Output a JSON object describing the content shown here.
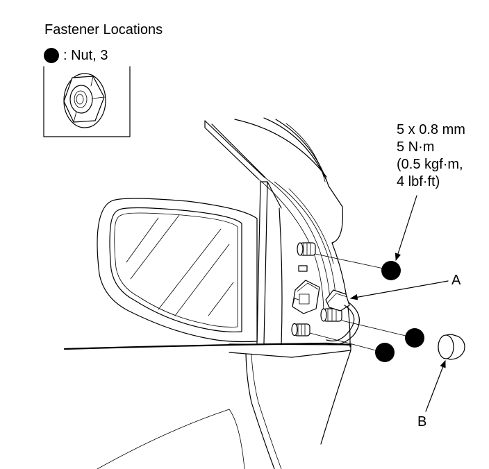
{
  "legend": {
    "title": "Fastener Locations",
    "item_label": ": Nut, 3"
  },
  "torque_spec": {
    "lines": [
      "5 x 0.8 mm",
      "5 N·m",
      "(0.5 kgf·m,",
      "4 lbf·ft)"
    ]
  },
  "callouts": {
    "a": "A",
    "b": "B"
  },
  "colors": {
    "line": "#000000",
    "background": "#ffffff"
  }
}
